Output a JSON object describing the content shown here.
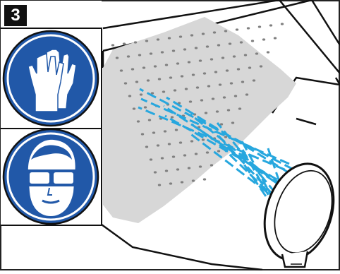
{
  "step": {
    "number": "3"
  },
  "safety_signs": [
    {
      "name": "gloves-required",
      "icon": "protective-gloves-icon",
      "color": "#2158a8"
    },
    {
      "name": "eye-protection-required",
      "icon": "safety-goggles-icon",
      "color": "#2158a8"
    }
  ],
  "illustration": {
    "subject": "cleaning-shower-head-nozzles",
    "spray_color": "#27a7de",
    "plate_color": "#d7d7d7"
  }
}
